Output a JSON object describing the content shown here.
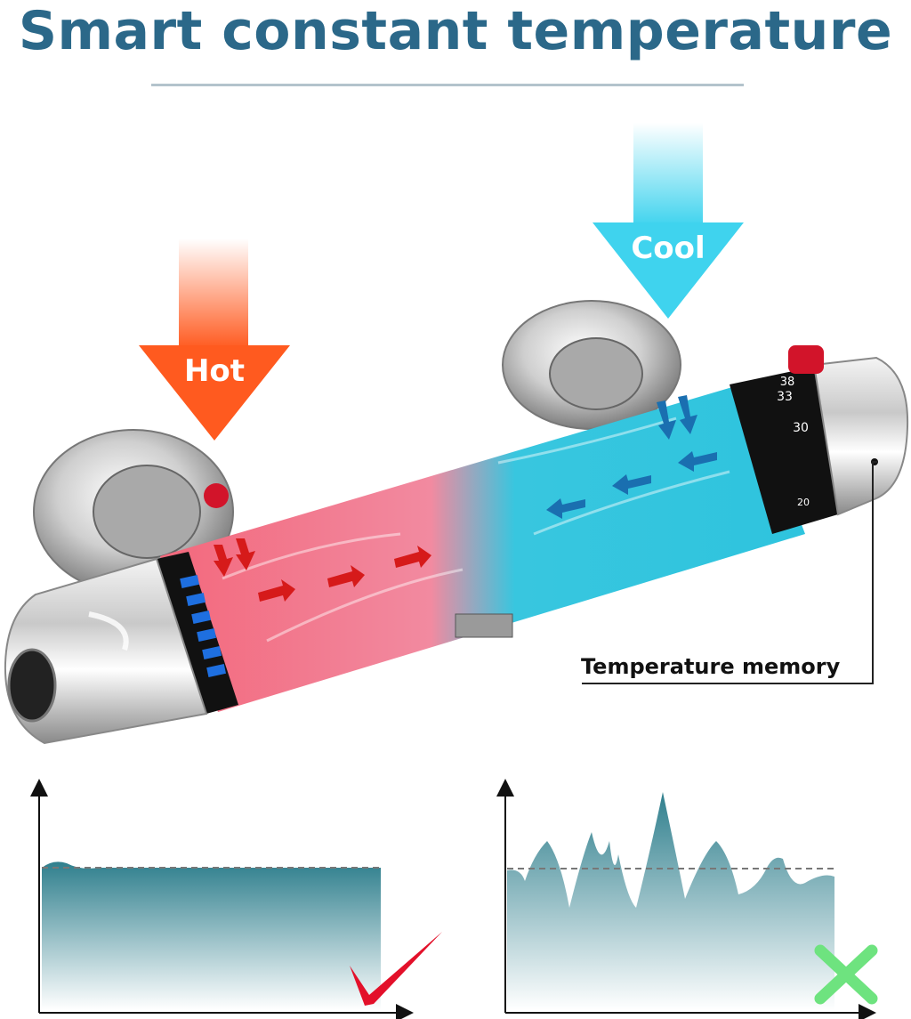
{
  "title": "Smart constant temperature",
  "labels": {
    "hot": "Hot",
    "cool": "Cool",
    "temperature_memory": "Temperature memory"
  },
  "dial": {
    "marks": [
      "38",
      "33",
      "30",
      "20"
    ]
  },
  "comparison": {
    "left": {
      "status": "check-mark-icon"
    },
    "right": {
      "status": "cross-mark-icon"
    }
  },
  "colors": {
    "title": "#2b6889",
    "hot": "#ff5a1f",
    "cool": "#3fd3ee",
    "pipe_hot": "#f46a7c",
    "pipe_cool": "#2ec4de",
    "wave_fill": "#3a8f9a",
    "check": "#e3102a",
    "cross": "#6ee37f"
  }
}
